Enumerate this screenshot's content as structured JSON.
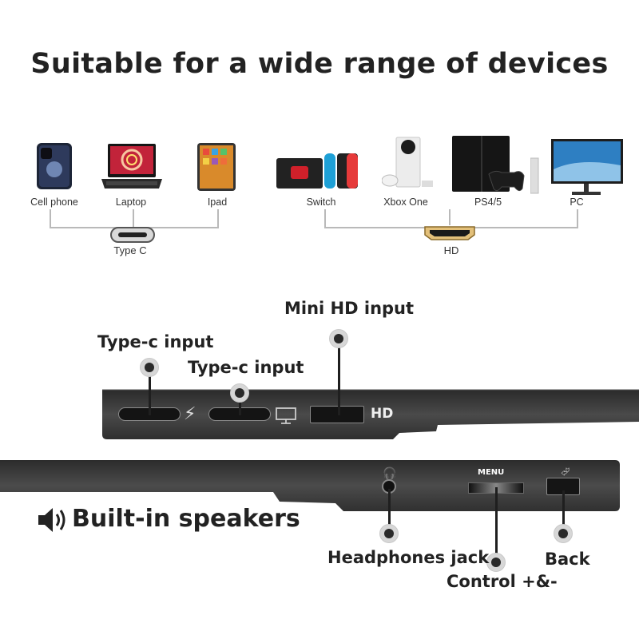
{
  "header": {
    "title": "Suitable for a wide range of devices"
  },
  "devices": [
    {
      "label": "Cell phone",
      "icon": "cell-phone-icon"
    },
    {
      "label": "Laptop",
      "icon": "laptop-icon"
    },
    {
      "label": "Ipad",
      "icon": "tablet-icon"
    },
    {
      "label": "Switch",
      "icon": "game-console-icon"
    },
    {
      "label": "Xbox One",
      "icon": "xbox-console-icon"
    },
    {
      "label": "PS4/5",
      "icon": "playstation-console-icon"
    },
    {
      "label": "PC",
      "icon": "desktop-monitor-icon"
    }
  ],
  "connectors": {
    "type_c": "Type C",
    "hd": "HD"
  },
  "ports": {
    "mini_hd_input": "Mini HD input",
    "type_c_input_power": "Type-c input",
    "type_c_input_video": "Type-c input",
    "hd_mark": "HD",
    "speakers": "Built-in speakers",
    "headphones": "Headphones  jack",
    "control": "Control +&-",
    "back": "Back",
    "menu_mark": "MENU"
  },
  "colors": {
    "panel": "#3b3b3b",
    "leader": "#1f1f1f",
    "bracket": "#b9b9b9"
  }
}
